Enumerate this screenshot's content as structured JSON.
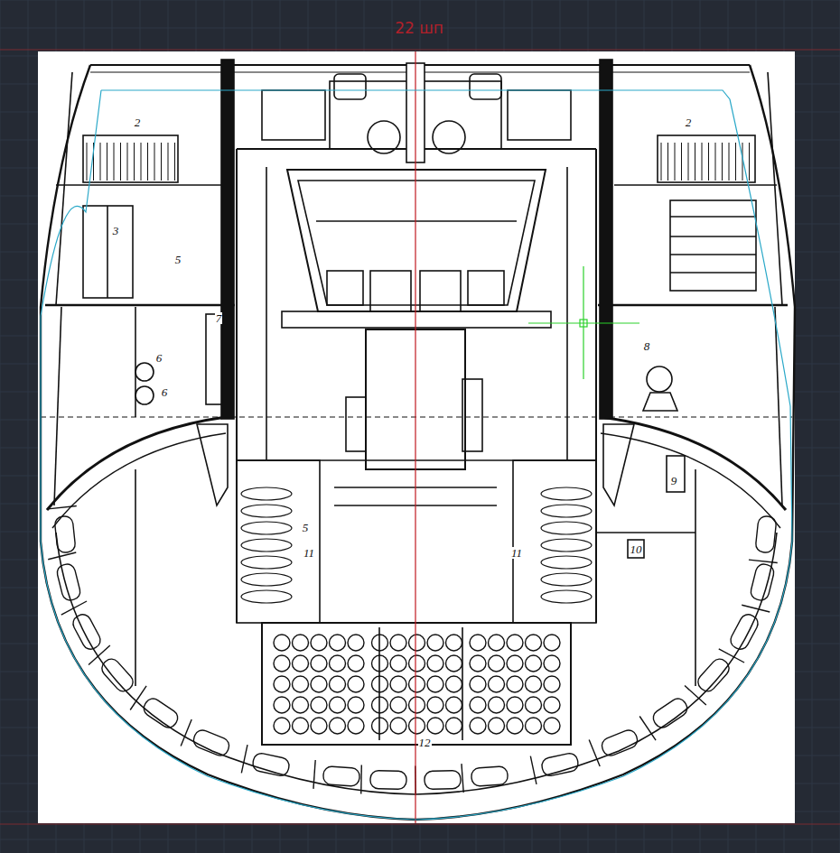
{
  "diagram": {
    "title": "22 шп",
    "labels": [
      "2",
      "2",
      "3",
      "5",
      "7",
      "6",
      "6",
      "8",
      "9",
      "10",
      "5",
      "11",
      "11",
      "12"
    ]
  }
}
